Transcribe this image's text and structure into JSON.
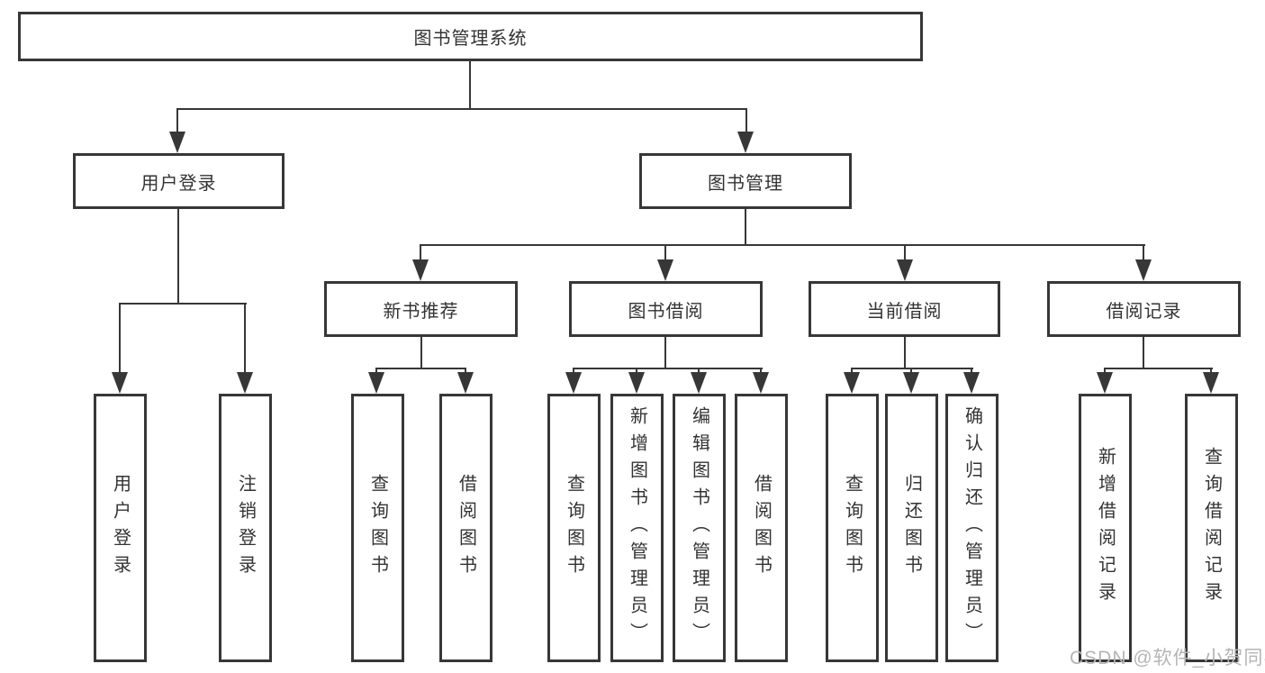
{
  "watermark": "CSDN @软件_小贺同学",
  "colors": {
    "line": "#373737",
    "text": "#333333",
    "background": "#ffffff",
    "watermark": "#b5b5b5"
  },
  "tree": {
    "root": {
      "label": "图书管理系统"
    },
    "branches": [
      {
        "label": "用户登录",
        "children": [
          {
            "label": "用户登录"
          },
          {
            "label": "注销登录"
          }
        ]
      },
      {
        "label": "图书管理",
        "sections": [
          {
            "label": "新书推荐",
            "children": [
              {
                "label": "查询图书"
              },
              {
                "label": "借阅图书"
              }
            ]
          },
          {
            "label": "图书借阅",
            "children": [
              {
                "label": "查询图书"
              },
              {
                "label": "新增图书（管理员）"
              },
              {
                "label": "编辑图书（管理员）"
              },
              {
                "label": "借阅图书"
              }
            ]
          },
          {
            "label": "当前借阅",
            "children": [
              {
                "label": "查询图书"
              },
              {
                "label": "归还图书"
              },
              {
                "label": "确认归还（管理员）"
              }
            ]
          },
          {
            "label": "借阅记录",
            "children": [
              {
                "label": "新增借阅记录"
              },
              {
                "label": "查询借阅记录"
              }
            ]
          }
        ]
      }
    ]
  }
}
